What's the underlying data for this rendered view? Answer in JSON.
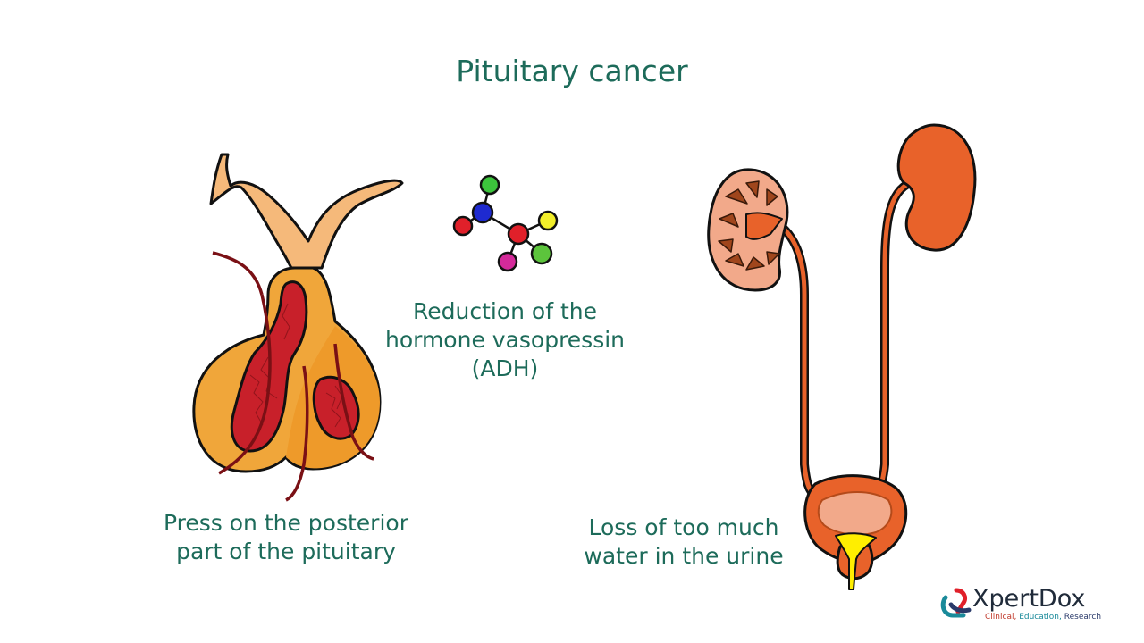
{
  "title": "Pituitary cancer",
  "captions": {
    "left": [
      "Press on the posterior",
      "part of the pituitary"
    ],
    "middle": [
      "Reduction of the",
      "hormone vasopressin",
      "(ADH)"
    ],
    "right": [
      "Loss of too much",
      "water in the urine"
    ]
  },
  "logo": {
    "name": "XpertDox",
    "tagline": [
      "Clinical,",
      "Education,",
      "Research"
    ]
  },
  "colors": {
    "text": "#1d6b5a",
    "gland": "#f0a63a",
    "stalk": "#f5b97a",
    "tumor": "#c8202a",
    "kidney": "#e8622a",
    "bladder_inner": "#f2a98a",
    "urine": "#ffee00"
  },
  "icons": [
    "pituitary-gland-illustration",
    "molecule-icon",
    "urinary-system-illustration",
    "xpertdox-logo-icon"
  ]
}
